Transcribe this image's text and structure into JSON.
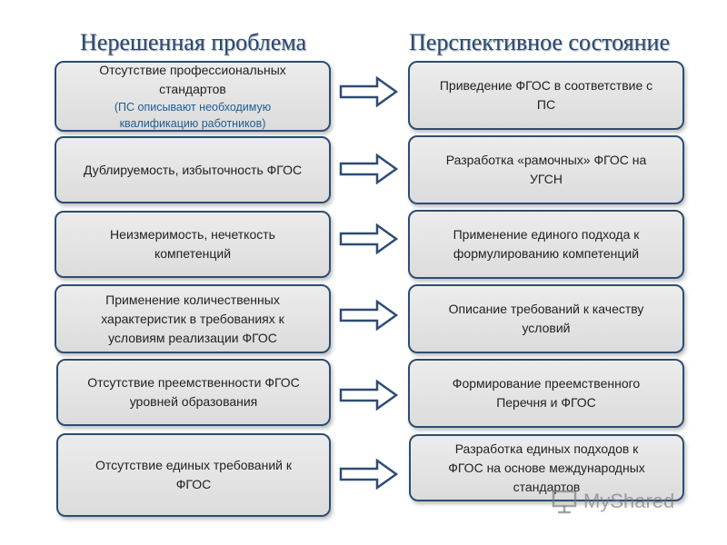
{
  "headings": {
    "left": "Нерешенная проблема",
    "right": "Перспективное состояние"
  },
  "rows": [
    {
      "problem_lines": [
        "Отсутствие профессиональных",
        "стандартов"
      ],
      "problem_note_lines": [
        "(ПС описывают необходимую",
        "квалификацию работников)"
      ],
      "solution_lines": [
        "Приведение ФГОС в соответствие с",
        "ПС"
      ]
    },
    {
      "problem_lines": [
        "Дублируемость, избыточность ФГОС"
      ],
      "solution_lines": [
        "Разработка «рамочных» ФГОС на",
        "УГСН"
      ]
    },
    {
      "problem_lines": [
        "Неизмеримость, нечеткость",
        "компетенций"
      ],
      "solution_lines": [
        "Применение единого подхода к",
        "формулированию компетенций"
      ]
    },
    {
      "problem_lines": [
        "Применение количественных",
        "характеристик в требованиях к",
        "условиям реализации ФГОС"
      ],
      "solution_lines": [
        "Описание требований к качеству",
        "условий"
      ]
    },
    {
      "problem_lines": [
        "Отсутствие преемственности ФГОС",
        "уровней образования"
      ],
      "solution_lines": [
        "Формирование преемственного",
        "Перечня и ФГОС"
      ]
    },
    {
      "problem_lines": [
        "Отсутствие единых требований к",
        "ФГОС"
      ],
      "solution_lines": [
        "Разработка единых подходов к",
        "ФГОС на основе международных",
        "стандартов"
      ]
    }
  ],
  "watermark": "MyShared",
  "colors": {
    "heading": "#2b4a6f",
    "box_border": "#2d4d74",
    "box_fill": "#e4e4e4",
    "note_text": "#1f5d93"
  }
}
